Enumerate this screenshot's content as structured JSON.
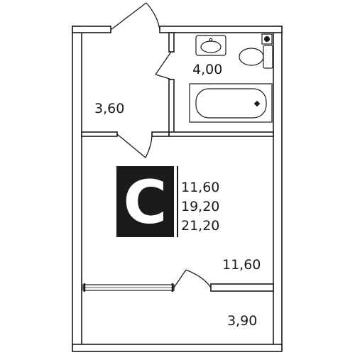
{
  "rooms": {
    "hall": {
      "area": "3,60"
    },
    "bathroom": {
      "area": "4,00"
    },
    "living": {
      "area": "11,60"
    },
    "balcony": {
      "area": "3,90"
    }
  },
  "summary": {
    "type_letter": "С",
    "living_area": "11,60",
    "total_area": "19,20",
    "total_with_balcony": "21,20"
  },
  "colors": {
    "wall": "#ffffff",
    "stroke": "#1b1b1b",
    "badge": "#1b1b1b"
  }
}
